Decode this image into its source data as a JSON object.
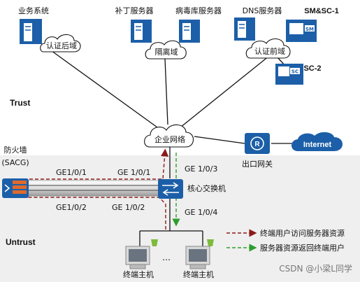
{
  "zones": {
    "trust": "Trust",
    "untrust": "Untrust"
  },
  "labels": {
    "business_system": "业务系统",
    "patch_server": "补丁服务器",
    "virus_server": "病毒库服务器",
    "dns_server": "DNS服务器",
    "sm_sc1": "SM&SC-1",
    "sc2": "SC-2",
    "cloud_post_auth": "认证后域",
    "cloud_isolation": "隔离域",
    "cloud_pre_auth": "认证前域",
    "enterprise_network": "企业网络",
    "internet": "Internet",
    "egress_gateway": "出口网关",
    "firewall": "防火墙",
    "firewall_model": "(SACG)",
    "core_switch": "核心交换机",
    "port_fw_top": "GE1/0/1",
    "port_sw_top": "GE 1/0/1",
    "port_fw_bottom": "GE1/0/2",
    "port_sw_bottom": "GE 1/0/2",
    "port_up": "GE 1/0/3",
    "port_down": "GE 1/0/4",
    "terminal_host_1": "终端主机",
    "terminal_host_2": "终端主机",
    "ellipsis": "…",
    "sm_badge": "SM",
    "sc_badge": "SC"
  },
  "legend": {
    "red_dashed": "终端用户访问服务器资源",
    "green_dashed": "服务器资源返回终端用户"
  },
  "watermark": "CSDN @小梁L同学",
  "colors": {
    "trust_bg": "#ffffff",
    "untrust_bg": "#efefef",
    "node_blue": "#1c5fa8",
    "red_path": "#8b1a1a",
    "green_path": "#2e9e2e"
  }
}
